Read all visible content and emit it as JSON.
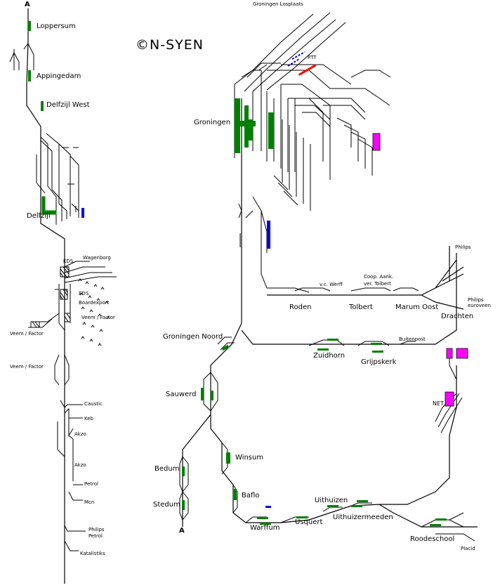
{
  "logo": {
    "text": "©N-SYEN"
  },
  "colors": {
    "platform": "#008000",
    "industry": "#ff00ff",
    "ptt": "#ff0000",
    "siding": "#0000ff",
    "track": "#000000"
  },
  "labels": {
    "a_top": "A",
    "a_bottom": "A",
    "loppersum": "Loppersum",
    "appingedam": "Appingedam",
    "delfzijl_west": "Delfzijl West",
    "delfzijl": "Delfzijl",
    "eds1": "EDS",
    "wagenborg": "Wagenborg",
    "eds2": "EDS",
    "boardexport": "Boardexport",
    "veem1": "Veem / Factor",
    "veem2": "Veem / Factor",
    "veem3": "Veem / Factor",
    "caustic": "Caustic",
    "keb": "Keb",
    "akzo1": "Akzo",
    "akzo2": "Akzo",
    "petrol": "Petrol",
    "mcn": "Mcn",
    "philips_petrol_1": "Philips",
    "philips_petrol_2": "Petrol",
    "katalistiks": "Katalistiks",
    "groningen_losplaats": "Groningen Losplaats",
    "ptt": "PTT",
    "groningen": "Groningen",
    "philips": "Philips",
    "vc_werff": "v.c. Werff",
    "coop_1": "Coop. Aank.",
    "coop_2": "ver. Tolbert",
    "roden": "Roden",
    "tolbert": "Tolbert",
    "marum_oost": "Marum Oost",
    "philips_euroveen_1": "Philips",
    "philips_euroveen_2": "euroveen",
    "drachten": "Drachten",
    "groningen_noord": "Groningen Noord",
    "buitenpost": "Buitenpost",
    "zuidhorn": "Zuidhorn",
    "grijpskerk": "Grijpskerk",
    "sauwerd": "Sauwerd",
    "net": "NET",
    "winsum": "Winsum",
    "bedum": "Bedum",
    "baflo": "Baflo",
    "stedum": "Stedum",
    "uithuizen": "Uithuizen",
    "warffum": "Warffum",
    "usquert": "Usquert",
    "uithuizermeeden": "Uithuizermeeden",
    "roodeschool": "Roodeschool",
    "placid": "Placid"
  }
}
